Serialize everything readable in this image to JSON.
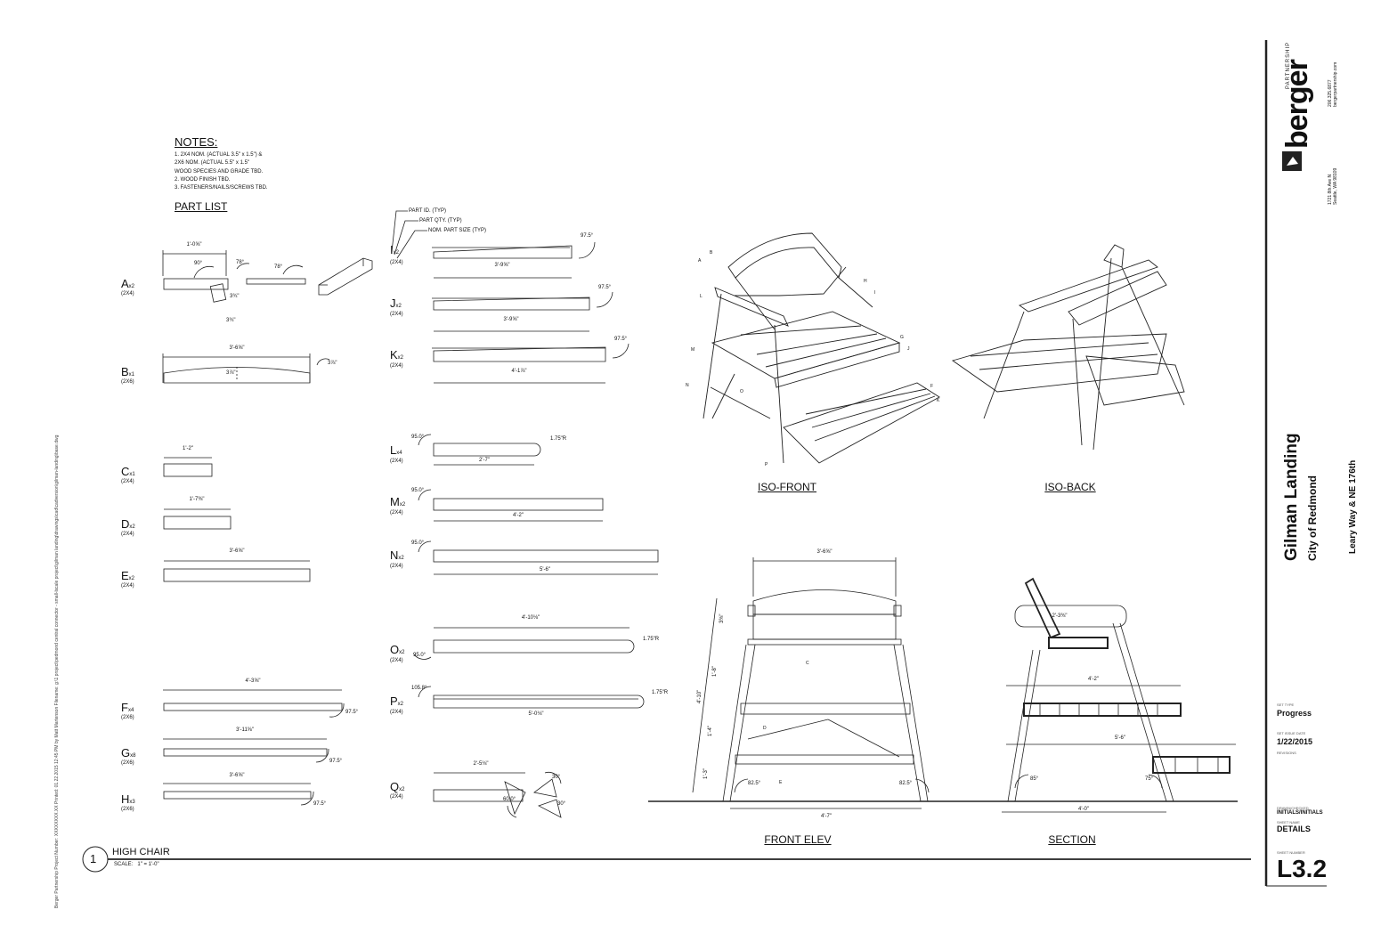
{
  "notes": {
    "title": "NOTES:",
    "lines": [
      "1.  2X4 NOM. (ACTUAL 3.5\" x 1.5\") &",
      "     2X6 NOM. (ACTUAL 5.5\" x 1.5\"",
      "     WOOD SPECIES AND GRADE TBD.",
      "2.  WOOD FINISH TBD.",
      "3.  FASTENERS/NAILS/SCREWS TBD."
    ]
  },
  "part_list": {
    "title": "PART LIST",
    "legend": [
      "PART ID. (TYP)",
      "PART QTY. (TYP)",
      "NOM. PART SIZE (TYP)"
    ],
    "parts": [
      {
        "id": "A",
        "qty": "x2",
        "size": "(2X4)",
        "dims": [
          "1'-0⅝\"",
          "90°",
          "78°",
          "78°",
          "3¾\"",
          "3¾\""
        ]
      },
      {
        "id": "B",
        "qty": "x1",
        "size": "(2X6)",
        "dims": [
          "3'-6⅝\"",
          "3⅞\"",
          "3⅞\""
        ]
      },
      {
        "id": "C",
        "qty": "x1",
        "size": "(2X4)",
        "dims": [
          "1'-2\""
        ]
      },
      {
        "id": "D",
        "qty": "x2",
        "size": "(2X4)",
        "dims": [
          "1'-7⅜\""
        ]
      },
      {
        "id": "E",
        "qty": "x2",
        "size": "(2X4)",
        "dims": [
          "3'-6⅝\""
        ]
      },
      {
        "id": "F",
        "qty": "x4",
        "size": "(2X6)",
        "dims": [
          "4'-3⅝\"",
          "97.5°"
        ]
      },
      {
        "id": "G",
        "qty": "x8",
        "size": "(2X6)",
        "dims": [
          "3'-11⅝\"",
          "97.5°"
        ]
      },
      {
        "id": "H",
        "qty": "x3",
        "size": "(2X6)",
        "dims": [
          "3'-6⅝\"",
          "97.5°"
        ]
      },
      {
        "id": "I",
        "qty": "x2",
        "size": "(2X4)",
        "dims": [
          "3'-9⅝\"",
          "97.5°"
        ]
      },
      {
        "id": "J",
        "qty": "x2",
        "size": "(2X4)",
        "dims": [
          "3'-9⅝\"",
          "97.5°"
        ]
      },
      {
        "id": "K",
        "qty": "x2",
        "size": "(2X4)",
        "dims": [
          "4'-1⅞\"",
          "97.5°"
        ]
      },
      {
        "id": "L",
        "qty": "x4",
        "size": "(2X4)",
        "dims": [
          "2'-7\"",
          "1.75\"R",
          "95.0°"
        ]
      },
      {
        "id": "M",
        "qty": "x2",
        "size": "(2X4)",
        "dims": [
          "4'-2\"",
          "95.0°"
        ]
      },
      {
        "id": "N",
        "qty": "x2",
        "size": "(2X4)",
        "dims": [
          "5'-6\"",
          "95.0°"
        ]
      },
      {
        "id": "O",
        "qty": "x2",
        "size": "(2X4)",
        "dims": [
          "4'-10⅛\"",
          "1.75\"R",
          "95.0°"
        ]
      },
      {
        "id": "P",
        "qty": "x2",
        "size": "(2X4)",
        "dims": [
          "5'-0⅛\"",
          "1.75\"R",
          "105.8°"
        ]
      },
      {
        "id": "Q",
        "qty": "x2",
        "size": "(2X4)",
        "dims": [
          "2'-5⅛\"",
          "30°",
          "60.0°",
          "30°"
        ]
      }
    ]
  },
  "views": {
    "iso_front": "ISO-FRONT",
    "iso_back": "ISO-BACK",
    "front_elev": "FRONT ELEV",
    "section": "SECTION",
    "front_dims": [
      "3'-6⅝\"",
      "4'-10\"",
      "1'-8\"",
      "1'-4\"",
      "1'-3\"",
      "4'-7\"",
      "82.5°",
      "82.5°",
      "3⅜\""
    ],
    "section_dims": [
      "2'-3⅜\"",
      "4'-2\"",
      "5'-6\"",
      "4'-0\"",
      "85°",
      "75°"
    ],
    "iso_callouts": [
      "A",
      "B",
      "C",
      "D",
      "E",
      "F",
      "G",
      "H",
      "I",
      "J",
      "K",
      "L",
      "M",
      "N",
      "O",
      "P"
    ]
  },
  "detail": {
    "number": "1",
    "title": "HIGH CHAIR",
    "scale_label": "SCALE:",
    "scale": "1\" = 1'-0\""
  },
  "side_text": "Berger Partnership Project Number: XXXXXXXX.XX Printed: 01.22.2015 12:45 PM by Matt Martenson Filename: g:\\1 project\\pedmond central connector - small-lscale project\\gilman landing\\drawings\\cad\\cadversion\\gilman-landing\\base.dwg",
  "firm": {
    "small": "PARTNERSHIP",
    "name": "berger",
    "address1": "1721 8th Ave N",
    "address2": "Seattle, WA 98109",
    "phone": "206.325.6877",
    "web": "bergerpartnership.com"
  },
  "project": {
    "name": "Gilman Landing",
    "client": "City of Redmond",
    "location": "Leary Way & NE 176th"
  },
  "title_block": {
    "set_type_label": "SET TYPE",
    "set_type": "Progress",
    "issue_label": "SET ISSUE DATE",
    "issue_date": "1/22/2015",
    "revisions_label": "REVISIONS",
    "drawn_label": "DRAWN/CHECKED",
    "drawn": "INITIALS/INITIALS",
    "sheet_name_label": "SHEET NAME",
    "sheet_name": "DETAILS",
    "sheet_number_label": "SHEET NUMBER",
    "sheet_number": "L3.2"
  }
}
